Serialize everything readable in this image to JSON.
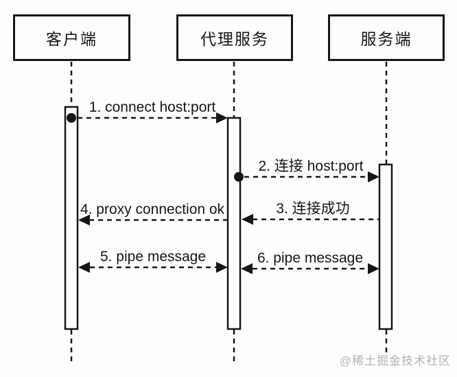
{
  "diagram": {
    "participants": [
      {
        "id": "client",
        "label": "客户端"
      },
      {
        "id": "proxy",
        "label": "代理服务"
      },
      {
        "id": "server",
        "label": "服务端"
      }
    ],
    "messages": [
      {
        "num": 1,
        "label": "1. connect host:port",
        "from": "client",
        "to": "proxy",
        "direction": "right",
        "origin_dot": true
      },
      {
        "num": 2,
        "label": "2. 连接 host:port",
        "from": "proxy",
        "to": "server",
        "direction": "right",
        "origin_dot": true
      },
      {
        "num": 3,
        "label": "3. 连接成功",
        "from": "server",
        "to": "proxy",
        "direction": "left",
        "origin_dot": false
      },
      {
        "num": 4,
        "label": "4. proxy connection ok",
        "from": "proxy",
        "to": "client",
        "direction": "left",
        "origin_dot": false
      },
      {
        "num": 5,
        "label": "5. pipe message",
        "from": "client",
        "to": "proxy",
        "direction": "both",
        "origin_dot": false
      },
      {
        "num": 6,
        "label": "6. pipe message",
        "from": "proxy",
        "to": "server",
        "direction": "both",
        "origin_dot": false
      }
    ],
    "watermark": "@稀土掘金技术社区",
    "colors": {
      "line": "#161616",
      "box_fill": "#fefefe",
      "background": "#fefefe",
      "watermark": "#b3b3b3"
    }
  }
}
